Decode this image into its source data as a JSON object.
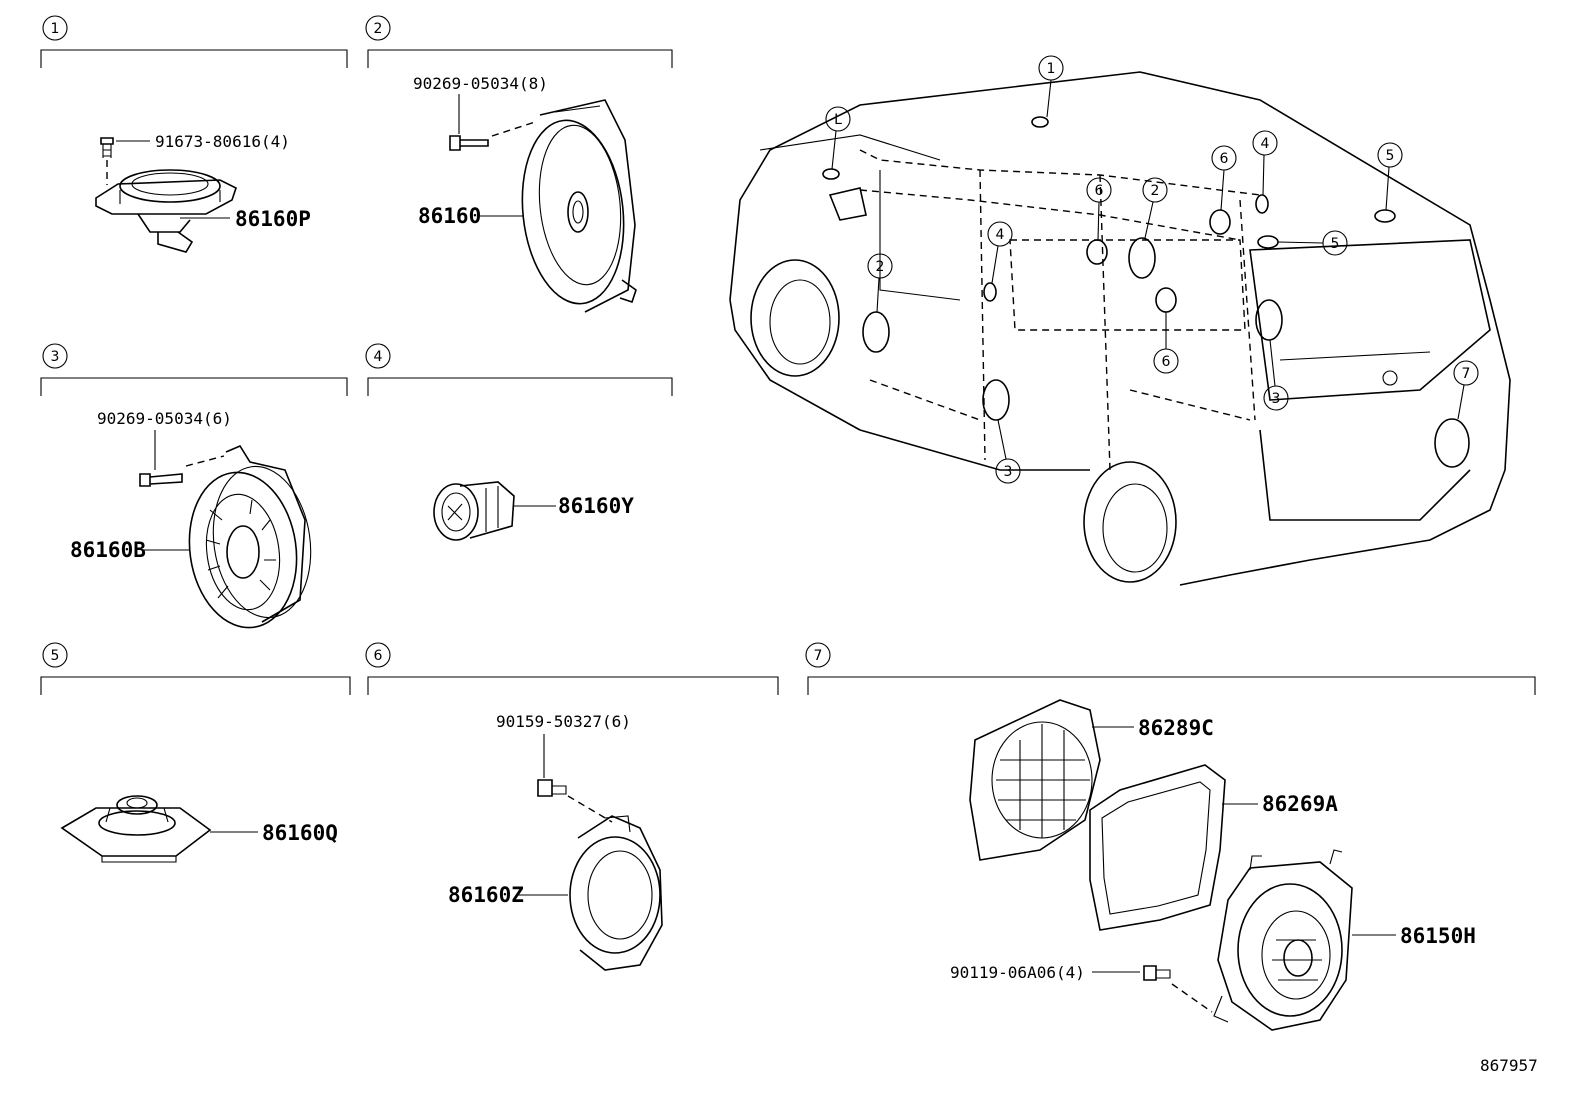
{
  "sections": [
    {
      "num": "1",
      "parts": [
        {
          "code": "91673-80616(4)"
        },
        {
          "code": "86160P"
        }
      ]
    },
    {
      "num": "2",
      "parts": [
        {
          "code": "90269-05034(8)"
        },
        {
          "code": "86160"
        }
      ]
    },
    {
      "num": "3",
      "parts": [
        {
          "code": "90269-05034(6)"
        },
        {
          "code": "86160B"
        }
      ]
    },
    {
      "num": "4",
      "parts": [
        {
          "code": "86160Y"
        }
      ]
    },
    {
      "num": "5",
      "parts": [
        {
          "code": "86160Q"
        }
      ]
    },
    {
      "num": "6",
      "parts": [
        {
          "code": "90159-50327(6)"
        },
        {
          "code": "86160Z"
        }
      ]
    },
    {
      "num": "7",
      "parts": [
        {
          "code": "86289C"
        },
        {
          "code": "86269A"
        },
        {
          "code": "86150H"
        },
        {
          "code": "90119-06A06(4)"
        }
      ]
    }
  ],
  "vehicle_callouts": [
    "1",
    "L",
    "2",
    "4",
    "6",
    "2",
    "6",
    "4",
    "5",
    "5",
    "6",
    "3",
    "3",
    "7"
  ],
  "diagram_id": "867957"
}
